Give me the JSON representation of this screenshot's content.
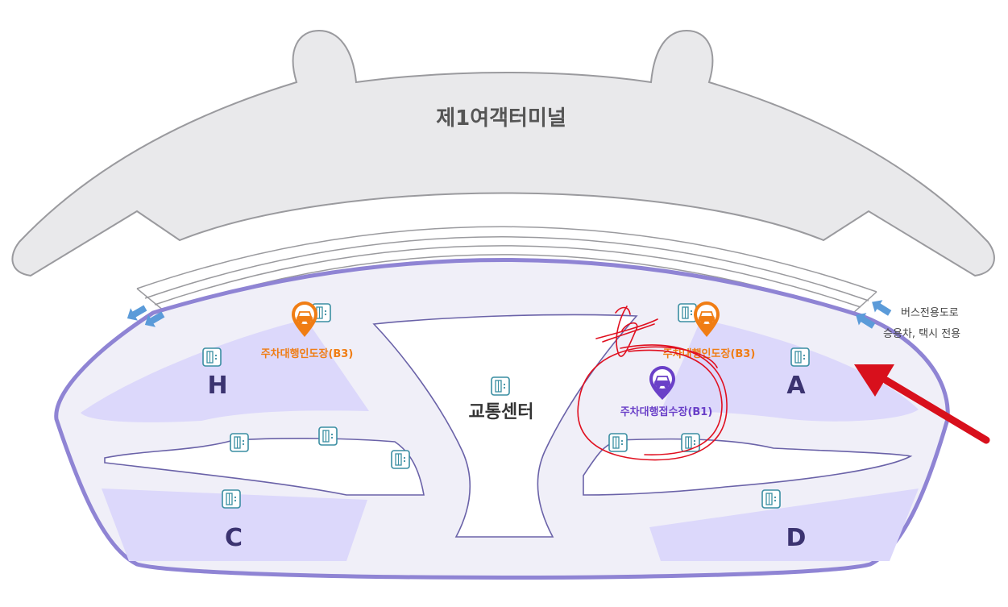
{
  "terminal": {
    "label": "제1여객터미널"
  },
  "transport_center": {
    "label": "교통센터"
  },
  "zones": [
    {
      "id": "H",
      "label": "H"
    },
    {
      "id": "A",
      "label": "A"
    },
    {
      "id": "C",
      "label": "C"
    },
    {
      "id": "D",
      "label": "D"
    }
  ],
  "parking_markers": [
    {
      "label": "주차대행인도장(B3)",
      "color": "#f07d14",
      "icon": "car-icon"
    },
    {
      "label": "주차대행인도장(B3)",
      "color": "#f07d14",
      "icon": "car-icon"
    },
    {
      "label": "주차대행접수장(B1)",
      "color": "#6a40c8",
      "icon": "car-icon"
    }
  ],
  "bus_lane": {
    "line1": "버스전용도로",
    "line2": "승용차, 택시 전용"
  },
  "icons": {
    "elevator": "elevator-icon",
    "traffic_arrow": "direction-arrow-icon"
  },
  "colors": {
    "terminal_fill": "#e9e9eb",
    "terminal_stroke": "#9a9a9e",
    "lot_border": "#8f84d4",
    "lot_fill": "#f0eff8",
    "zone_fill": "#dcd8fb",
    "zone_text": "#3b3370",
    "orange": "#f07d14",
    "purple": "#6a40c8",
    "elevator_stroke": "#3a8ea2",
    "arrow_blue": "#5b9bd9",
    "annotation_red": "#e01020"
  },
  "annotation": {
    "circled_marker": "주차대행접수장(B1)",
    "pointer_arrow": "red-pointer-arrow"
  }
}
